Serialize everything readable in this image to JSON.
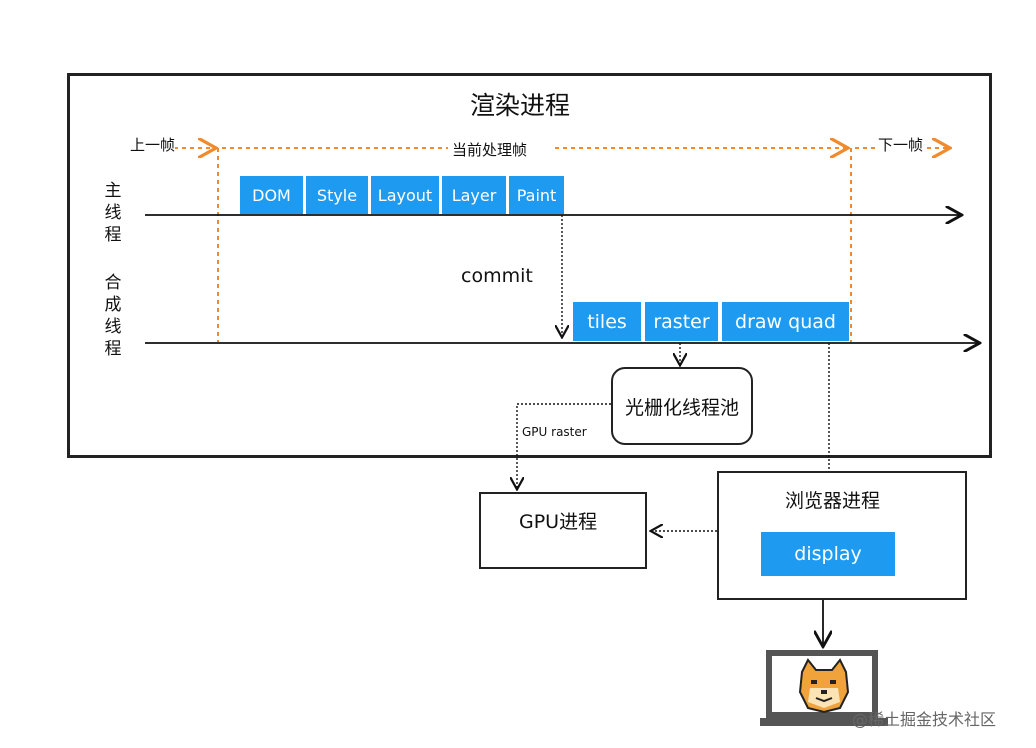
{
  "renderer": {
    "title": "渲染进程",
    "prev_frame": "上一帧",
    "current_frame": "当前处理帧",
    "next_frame": "下一帧"
  },
  "main_thread": {
    "label": "主线程",
    "steps": [
      "DOM",
      "Style",
      "Layout",
      "Layer",
      "Paint"
    ]
  },
  "commit_label": "commit",
  "compositor_thread": {
    "label": "合成线程",
    "steps": [
      "tiles",
      "raster",
      "draw quad"
    ]
  },
  "raster_pool": {
    "label": "光栅化线程池"
  },
  "gpu_raster_label": "GPU raster",
  "gpu_process": {
    "label": "GPU进程"
  },
  "browser_process": {
    "label": "浏览器进程",
    "display": "display"
  },
  "watermark": "@稀土掘金技术社区",
  "colors": {
    "accent": "#1e9bf0",
    "frame_guides": "#f08a2c"
  },
  "icons": {
    "monitor": "monitor-icon",
    "doge": "doge-icon"
  }
}
